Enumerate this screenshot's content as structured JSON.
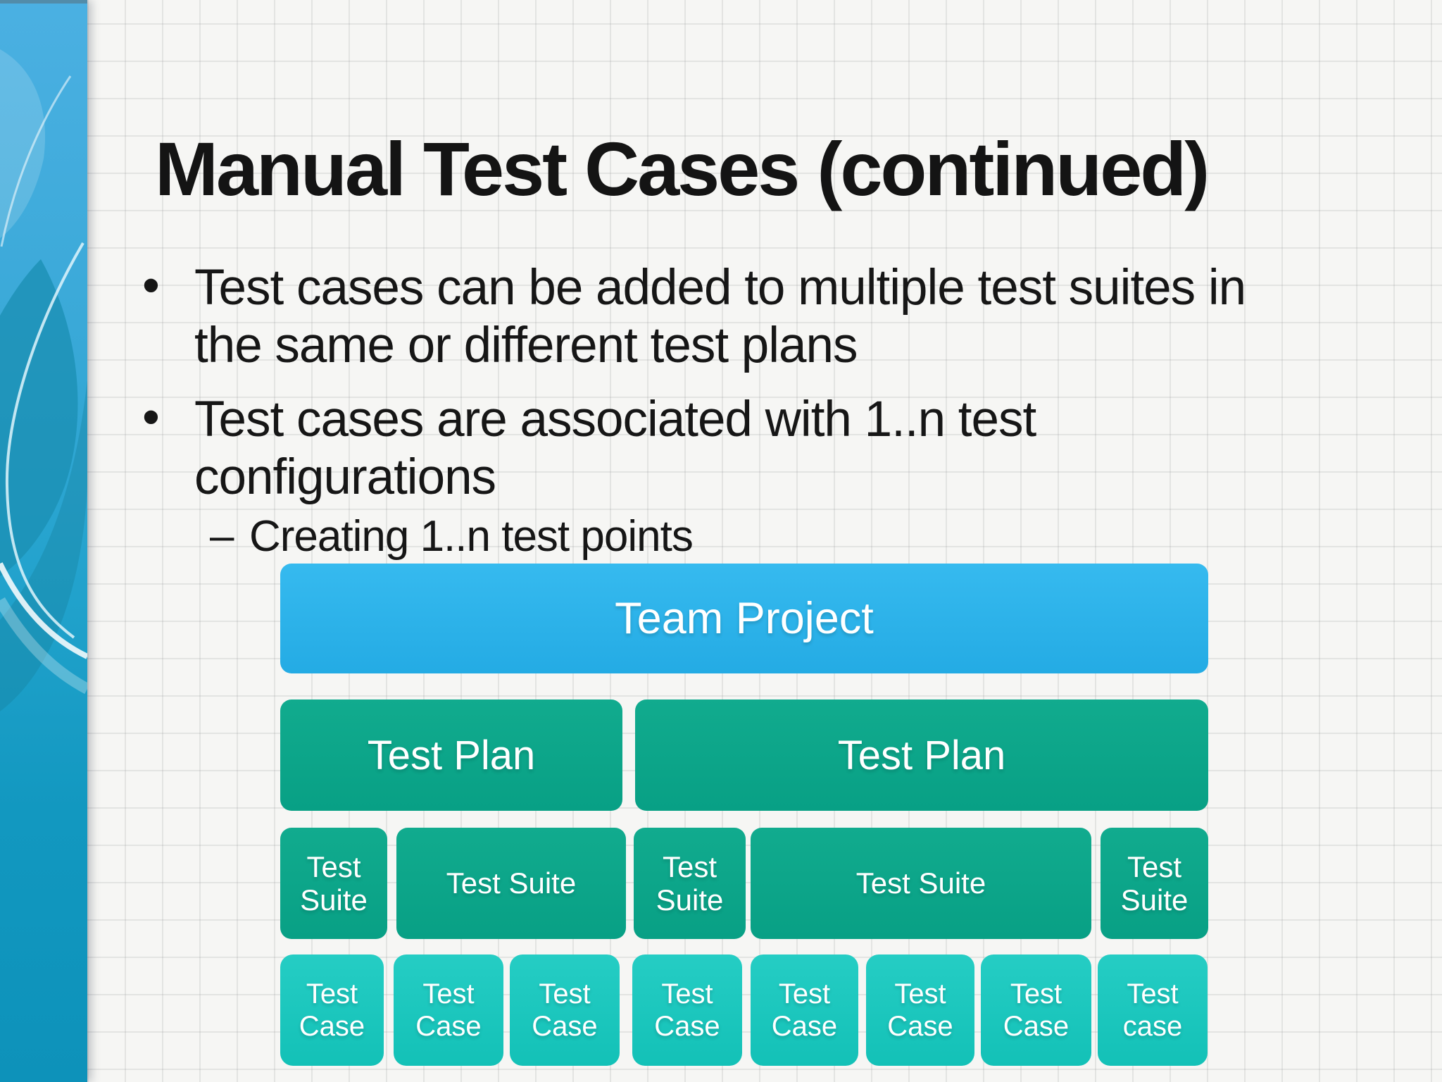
{
  "slide": {
    "title": "Manual Test Cases (continued)",
    "bullet_marker": "•",
    "sub_bullet_marker": "–",
    "bullets": [
      {
        "lines": [
          "Test cases can be added to multiple test suites in",
          "the same or different test plans"
        ]
      },
      {
        "lines": [
          "Test cases are associated with 1..n test",
          "configurations"
        ]
      }
    ],
    "sub_bullet": {
      "text": "Creating 1..n test points"
    }
  },
  "diagram": {
    "team_project": {
      "label": "Team Project"
    },
    "plans": [
      {
        "label": "Test Plan"
      },
      {
        "label": "Test Plan"
      }
    ],
    "suites": [
      {
        "label": "Test Suite"
      },
      {
        "label": "Test Suite"
      },
      {
        "label": "Test Suite"
      },
      {
        "label": "Test Suite"
      },
      {
        "label": "Test Suite"
      }
    ],
    "cases": [
      {
        "label": "Test Case"
      },
      {
        "label": "Test Case"
      },
      {
        "label": "Test Case"
      },
      {
        "label": "Test Case"
      },
      {
        "label": "Test Case"
      },
      {
        "label": "Test Case"
      },
      {
        "label": "Test Case"
      },
      {
        "label": "Test case"
      }
    ]
  },
  "colors": {
    "team_project_fill": "#29b2e8",
    "plan_suite_fill": "#0ea78b",
    "case_fill": "#1cc9c0",
    "box_text": "#ffffff",
    "body_text": "#161616",
    "background": "#f6f6f4",
    "grid_line": "#d9d9d7",
    "sidebar_top": "#49aee0",
    "sidebar_bottom": "#0e93bb"
  }
}
